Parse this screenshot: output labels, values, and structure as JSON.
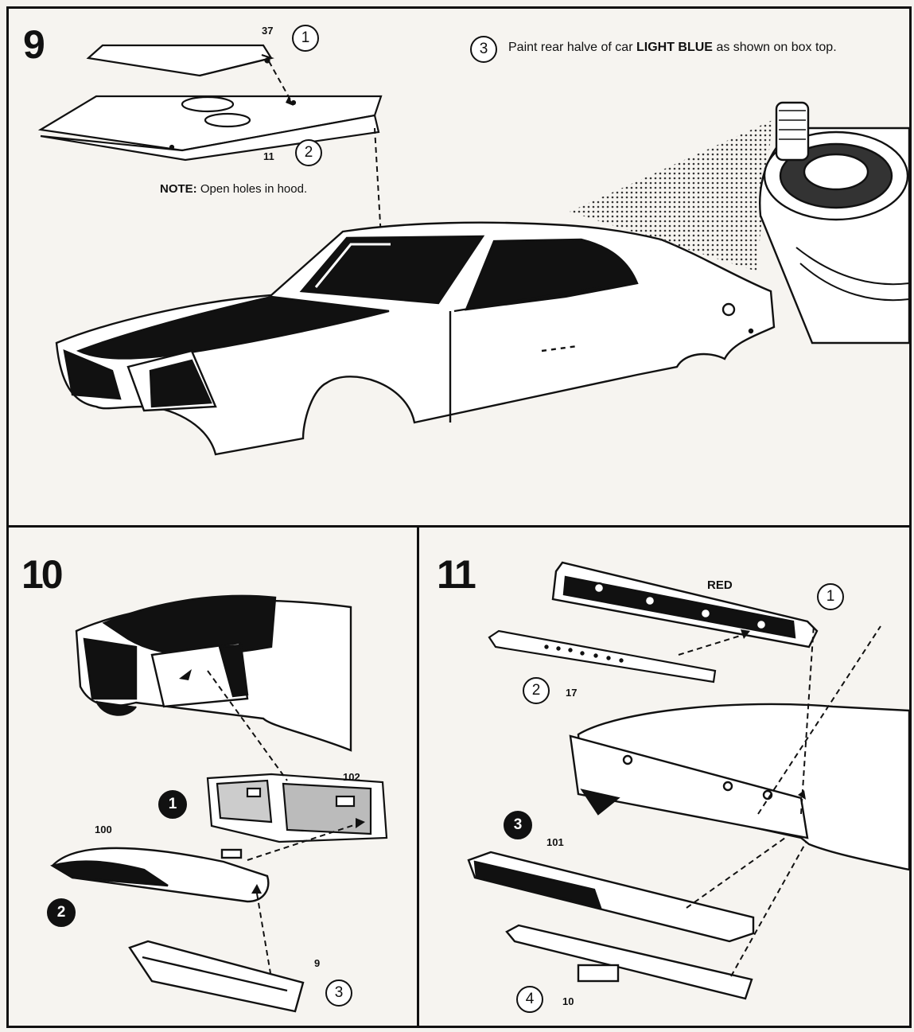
{
  "step9": {
    "number": "9",
    "hood_scoop": {
      "part": "37",
      "step": "1"
    },
    "hood": {
      "part": "11",
      "step": "2"
    },
    "note_label": "NOTE:",
    "note_text": "Open holes in hood.",
    "instruction": {
      "step": "3",
      "text": "Paint rear halve of car",
      "color_word": "LIGHT BLUE",
      "suffix": "as shown on box top."
    }
  },
  "step10": {
    "number": "10",
    "grille": {
      "part": "102",
      "step": "1"
    },
    "front_bumper": {
      "part": "100",
      "step": "2"
    },
    "valance": {
      "part": "9",
      "step": "3"
    }
  },
  "step11": {
    "number": "11",
    "taillight_panel": {
      "step": "1",
      "color": "RED"
    },
    "lens_strip": {
      "step": "2",
      "part": "17"
    },
    "rear_bumper": {
      "step": "3",
      "part": "101"
    },
    "rear_valance": {
      "step": "4",
      "part": "10"
    }
  },
  "colors": {
    "ink": "#111111",
    "paper": "#f6f4f0",
    "ghost": "#d8d4cc"
  }
}
